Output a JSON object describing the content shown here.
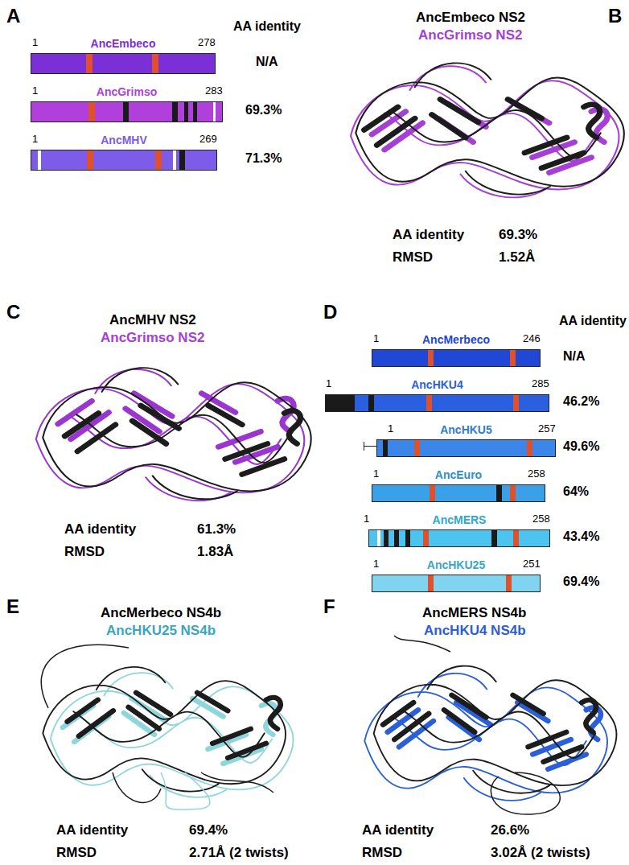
{
  "diagram": {
    "nodes": [
      {
        "text": [
          "AncEmbeco"
        ]
      },
      {
        "text": [
          "AncGrimso"
        ]
      },
      {
        "text": [
          "AncMHV"
        ]
      },
      {
        "text": [
          "AncMerbeco"
        ]
      },
      {
        "text": [
          "AncHKU4"
        ]
      },
      {
        "text": [
          "AncHKU5"
        ]
      },
      {
        "text": [
          "AncEuro"
        ]
      },
      {
        "text": [
          "AncMERS"
        ]
      },
      {
        "text": [
          "AncHKU25"
        ]
      }
    ],
    "labels": [
      "A",
      "AA identity",
      "1",
      "278",
      "N/A",
      "1",
      "283",
      "69.3%",
      "1",
      "269",
      "71.3%",
      "B",
      "AncEmbeco NS2",
      "AncGrimso NS2",
      "AA identity",
      "69.3%",
      "RMSD",
      "1.52Å",
      "C",
      "AncMHV NS2",
      "AncGrimso NS2",
      "AA identity",
      "61.3%",
      "RMSD",
      "1.83Å",
      "D",
      "AA identity",
      "1",
      "246",
      "N/A",
      "1",
      "285",
      "46.2%",
      "1",
      "257",
      "49.6%",
      "1",
      "258",
      "64%",
      "1",
      "258",
      "43.4%",
      "1",
      "251",
      "69.4%",
      "E",
      "AncMerbeco NS4b",
      "AncHKU25 NS4b",
      "AA identity",
      "69.4%",
      "RMSD",
      "2.71Å (2 twists)",
      "F",
      "AncMERS NS4b",
      "AncHKU4 NS4b",
      "AA identity",
      "26.6%",
      "RMSD",
      "3.02Å (2 twists)"
    ]
  }
}
